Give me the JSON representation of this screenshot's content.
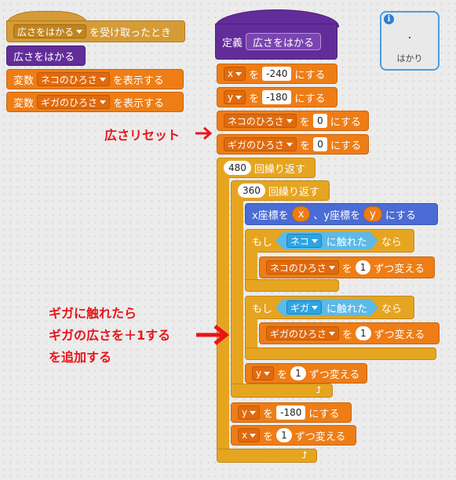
{
  "left_blocks": {
    "event_arg": "広さをはかる",
    "event_label": "を受け取ったとき",
    "custom_call": "広さをはかる",
    "show_var1_prefix": "変数",
    "show_var1_name": "ネコのひろさ",
    "show_var1_suffix": "を表示する",
    "show_var2_prefix": "変数",
    "show_var2_name": "ギガのひろさ",
    "show_var2_suffix": "を表示する"
  },
  "define": {
    "label": "定義",
    "name": "広さをはかる"
  },
  "script": {
    "set_x": {
      "var": "x",
      "to": "を",
      "value": "-240",
      "suffix": "にする"
    },
    "set_y": {
      "var": "y",
      "to": "を",
      "value": "-180",
      "suffix": "にする"
    },
    "reset_neko": {
      "var": "ネコのひろさ",
      "to": "を",
      "value": "0",
      "suffix": "にする"
    },
    "reset_giga": {
      "var": "ギガのひろさ",
      "to": "を",
      "value": "0",
      "suffix": "にする"
    },
    "repeat_outer": {
      "count": "480",
      "label": "回繰り返す"
    },
    "repeat_inner": {
      "count": "360",
      "label": "回繰り返す"
    },
    "goto": {
      "x_label": "x座標を",
      "x_var": "x",
      "sep": "、y座標を",
      "y_var": "y",
      "suffix": "にする"
    },
    "if_neko": {
      "if": "もし",
      "target": "ネコ",
      "touch": "に触れた",
      "then": "なら"
    },
    "change_neko": {
      "var": "ネコのひろさ",
      "by": "を",
      "value": "1",
      "suffix": "ずつ変える"
    },
    "if_giga": {
      "if": "もし",
      "target": "ギガ",
      "touch": "に触れた",
      "then": "なら"
    },
    "change_giga": {
      "var": "ギガのひろさ",
      "by": "を",
      "value": "1",
      "suffix": "ずつ変える"
    },
    "change_y": {
      "var": "y",
      "by": "を",
      "value": "1",
      "suffix": "ずつ変える"
    },
    "set_y2": {
      "var": "y",
      "to": "を",
      "value": "-180",
      "suffix": "にする"
    },
    "change_x": {
      "var": "x",
      "by": "を",
      "value": "1",
      "suffix": "ずつ変える"
    }
  },
  "monitor": {
    "value": ".",
    "label": "はかり"
  },
  "annotations": {
    "reset": "広さリセット",
    "line1": "ギガに触れたら",
    "line2": "ギガの広さを＋1する",
    "line3": "を追加する"
  },
  "colors": {
    "event": "#d59b37",
    "control": "#e6a520",
    "data": "#ee7d16",
    "more_blocks": "#632d99",
    "motion": "#4a6cd4",
    "sensing": "#2ca5e2",
    "annotation": "#e8141a"
  }
}
